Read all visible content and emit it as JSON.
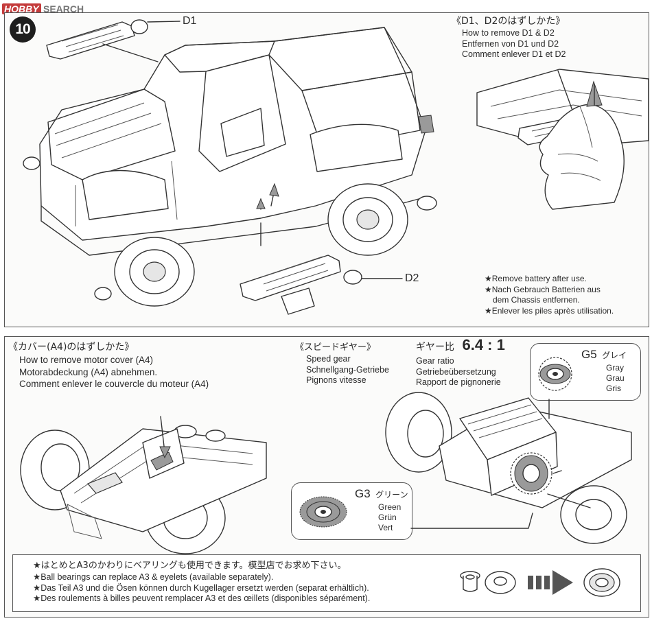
{
  "watermark": {
    "brand": "HOBBY",
    "label": "SEARCH"
  },
  "step": {
    "number": "10",
    "part_d1": "D1",
    "part_d2": "D2",
    "remove_heading": "《D1、D2のはずしかた》",
    "remove_lines": [
      "How to remove D1 & D2",
      "Entfernen von D1 und D2",
      "Comment enlever D1 et D2"
    ],
    "battery_notes": [
      "★Remove battery after use.",
      "★Nach Gebrauch Batterien aus",
      "dem Chassis entfernen.",
      "★Enlever les piles après utilisation."
    ]
  },
  "motor_cover": {
    "heading": "《カバー(A4)のはずしかた》",
    "lines": [
      "How to remove motor cover (A4)",
      "Motorabdeckung (A4) abnehmen.",
      "Comment enlever le couvercle du moteur (A4)"
    ]
  },
  "speed_gear": {
    "heading": "《スピードギヤー》",
    "lines": [
      "Speed gear",
      "Schnellgang-Getriebe",
      "Pignons vitesse"
    ],
    "ratio_heading_jp": "ギヤー比",
    "ratio_value": "6.4 : 1",
    "ratio_lines": [
      "Gear ratio",
      "Getriebeübersetzung",
      "Rapport de pignonerie"
    ],
    "g5": {
      "code": "G5",
      "jp": "グレイ",
      "colors": [
        "Gray",
        "Grau",
        "Gris"
      ]
    },
    "g3": {
      "code": "G3",
      "jp": "グリーン",
      "colors": [
        "Green",
        "Grün",
        "Vert"
      ]
    }
  },
  "bearing_note": {
    "jp": "★はとめとA3のかわりにベアリングも使用できます。模型店でお求め下さい。",
    "lines": [
      "★Ball bearings can replace A3 & eyelets (available separately).",
      "★Das Teil A3 und die Ösen können durch Kugellager ersetzt werden (separat erhältlich).",
      "★Des roulements à billes peuvent remplacer A3 et des œillets (disponibles séparément)."
    ]
  },
  "colors": {
    "line": "#333333",
    "panel_bg": "#fbfbfa",
    "border": "#555555",
    "gear_fill": "#9a9a9a"
  }
}
